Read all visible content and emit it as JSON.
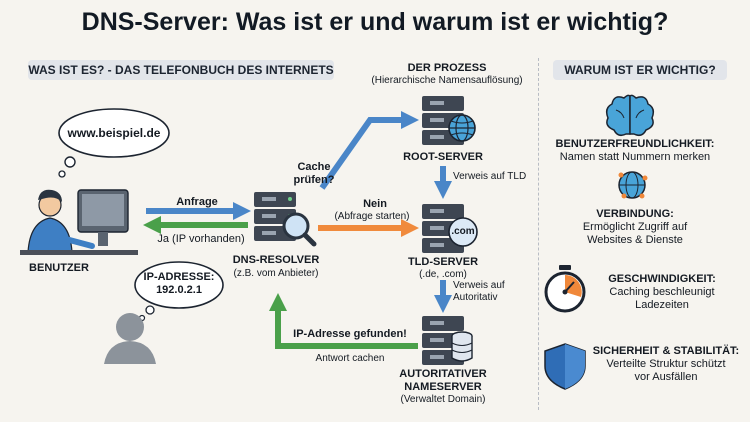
{
  "title": "DNS-Server: Was ist er und warum ist er wichtig?",
  "left": {
    "header": "WAS IST ES? - DAS TELEFONBUCH DES INTERNETS",
    "bubble_url": "www.beispiel.de",
    "user_label": "BENUTZER",
    "request_label": "Anfrage",
    "reply_label": "Ja (IP vorhanden)",
    "ip_bubble_line1": "IP-ADRESSE:",
    "ip_bubble_line2": "192.0.2.1",
    "resolver_label": "DNS-RESOLVER",
    "resolver_sub": "(z.B. vom Anbieter)",
    "cache_check_line1": "Cache",
    "cache_check_line2": "prüfen?",
    "no_label": "Nein",
    "no_sub": "(Abfrage starten)",
    "ip_found_label": "IP-Adresse gefunden!",
    "cache_answer_label": "Antwort cachen"
  },
  "process": {
    "header": "DER PROZESS",
    "header_sub": "(Hierarchische Namensauflösung)",
    "root_label": "ROOT-SERVER",
    "refer_tld": "Verweis auf TLD",
    "tld_label": "TLD-SERVER",
    "tld_sub": "(.de, .com)",
    "tld_badge": ".com",
    "refer_auth_line1": "Verweis auf",
    "refer_auth_line2": "Autoritativ",
    "auth_line1": "AUTORITATIVER",
    "auth_line2": "NAMESERVER",
    "auth_sub": "(Verwaltet Domain)"
  },
  "right": {
    "header": "WARUM IST ER WICHTIG?",
    "items": [
      {
        "icon": "brain-icon",
        "title": "BENUTZERFREUNDLICHKEIT:",
        "lines": [
          "Namen statt Nummern merken"
        ]
      },
      {
        "icon": "network-globe-icon",
        "title": "VERBINDUNG:",
        "lines": [
          "Ermöglicht Zugriff auf",
          "Websites & Dienste"
        ]
      },
      {
        "icon": "stopwatch-icon",
        "title": "GESCHWINDIGKEIT:",
        "lines": [
          "Caching beschleunigt",
          "Ladezeiten"
        ]
      },
      {
        "icon": "shield-icon",
        "title": "SICHERHEIT & STABILITÄT:",
        "lines": [
          "Verteilte Struktur schützt",
          "vor Ausfällen"
        ]
      }
    ]
  },
  "colors": {
    "blue_arrow": "#4a86c8",
    "green_arrow": "#4aa04a",
    "orange_arrow": "#f08a3c",
    "server_dark": "#3e4652",
    "person_blue": "#3e7fc4",
    "icon_teal": "#49a4d8",
    "stopwatch_orange": "#f0883a",
    "shield_blue": "#2f6db6"
  }
}
